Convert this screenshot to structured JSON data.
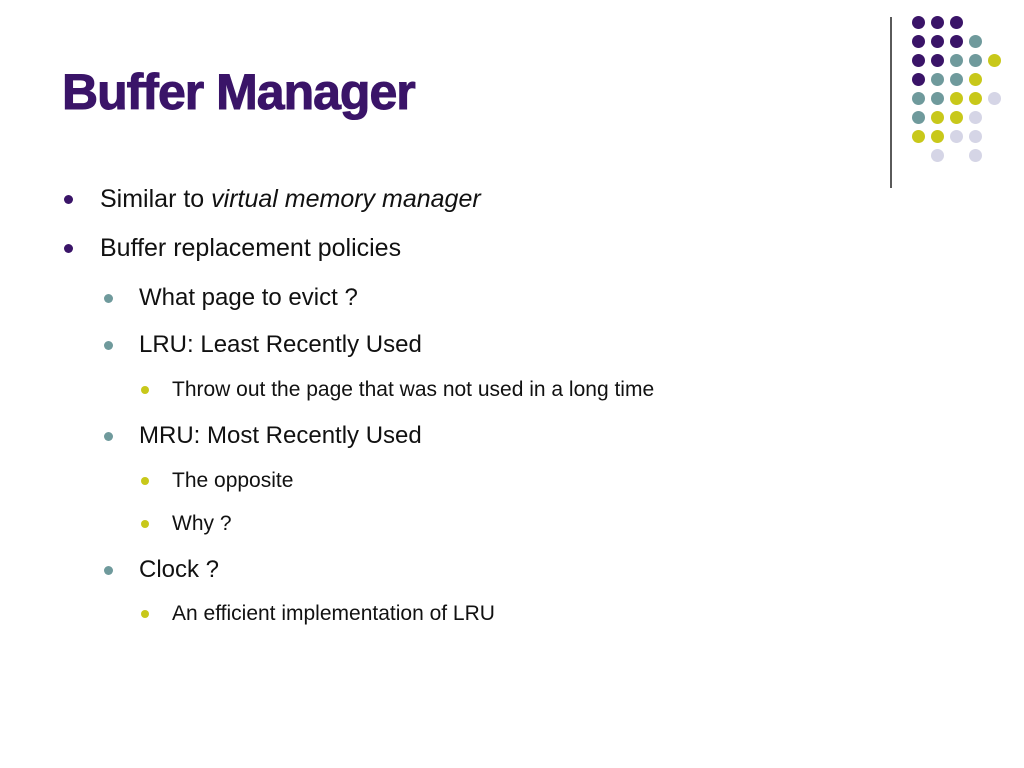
{
  "slide": {
    "title": "Buffer Manager",
    "bullets": {
      "b1_prefix": "Similar to ",
      "b1_emphasis": "virtual memory manager",
      "b2": "Buffer replacement policies",
      "b2_1": "What page to evict ?",
      "b2_2": "LRU: Least Recently Used",
      "b2_2_1": "Throw out the page that was not used in a long time",
      "b2_3": "MRU: Most Recently Used",
      "b2_3_1": "The opposite",
      "b2_3_2": "Why ?",
      "b2_4": "Clock ?",
      "b2_4_1": "An efficient implementation of LRU"
    }
  },
  "theme": {
    "title_color": "#3a1468",
    "purple": "#3a1468",
    "teal": "#6f9a9c",
    "yellow": "#c8c81a",
    "lavender": "#d5d5e6"
  }
}
